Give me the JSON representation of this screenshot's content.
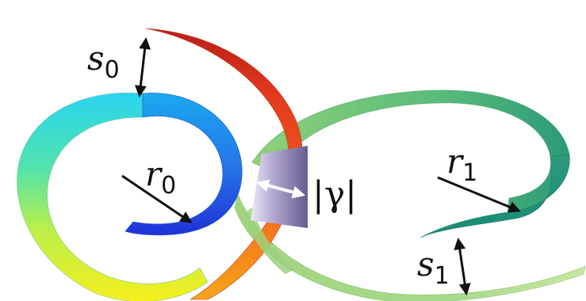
{
  "labels": {
    "s0": {
      "base": "s",
      "sub": "0"
    },
    "r0": {
      "base": "r",
      "sub": "0"
    },
    "gamma": {
      "text": "|γ|"
    },
    "r1": {
      "base": "r",
      "sub": "1"
    },
    "s1": {
      "base": "s",
      "sub": "1"
    }
  },
  "colors": {
    "bar": "#6f5f95",
    "bar_light": "#e6e0f2",
    "arrow": "#111111",
    "gamma_arrow": "#ffffff"
  }
}
